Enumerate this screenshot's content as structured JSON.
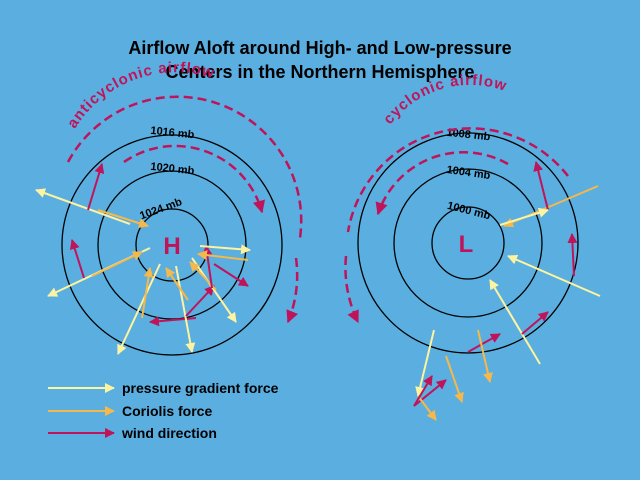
{
  "title": {
    "line1": "Airflow Aloft around High- and Low-pressure",
    "line2": "Centers in the Northern Hemisphere"
  },
  "high_system": {
    "label": "H",
    "airflow_label": "anticyclonic airflow",
    "isobars": [
      "1016 mb",
      "1020 mb",
      "1024 mb"
    ]
  },
  "low_system": {
    "label": "L",
    "airflow_label": "cyclonic airflow",
    "isobars": [
      "1008 mb",
      "1004 mb",
      "1000 mb"
    ]
  },
  "legend": [
    {
      "label": "pressure gradient force",
      "color": "#fdf3a0"
    },
    {
      "label": "Coriolis force",
      "color": "#f5b84a"
    },
    {
      "label": "wind direction",
      "color": "#c0145a"
    }
  ],
  "colors": {
    "background": "#5aaee0",
    "wind": "#c0145a",
    "pgf": "#fdf3a0",
    "coriolis": "#f5b84a"
  }
}
